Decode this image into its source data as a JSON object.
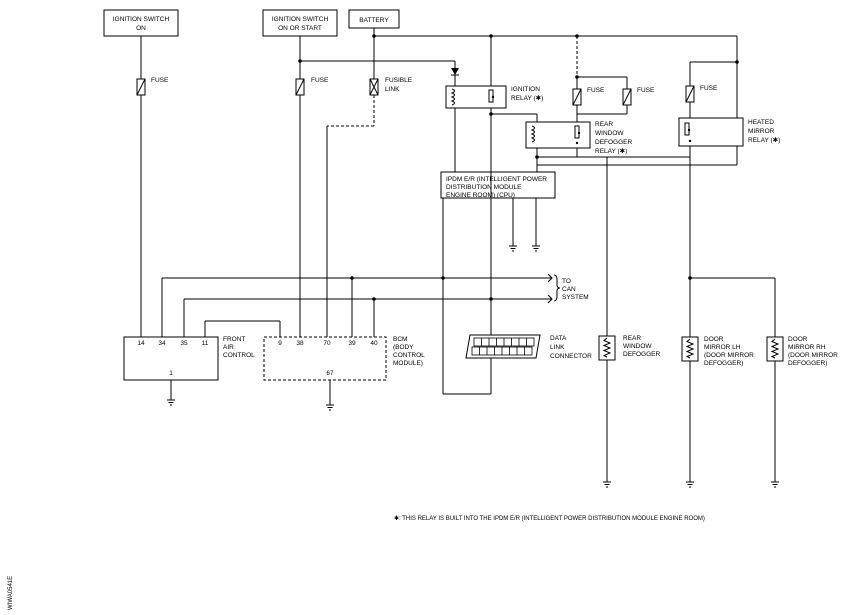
{
  "sources": {
    "ign_on": [
      "IGNITION SWITCH",
      "ON"
    ],
    "ign_start": [
      "IGNITION SWITCH",
      "ON OR START"
    ],
    "battery": "BATTERY"
  },
  "fuse_label": "FUSE",
  "fusible_link": [
    "FUSIBLE",
    "LINK"
  ],
  "relays": {
    "ignition": [
      "IGNITION",
      "RELAY (✱)"
    ],
    "rear_defogger": [
      "REAR",
      "WINDOW",
      "DEFOGGER",
      "RELAY (✱)"
    ],
    "heated_mirror": [
      "HEATED",
      "MIRROR",
      "RELAY (✱)"
    ]
  },
  "ipdm": [
    "IPDM E/R (INTELLIGENT POWER",
    "DISTRIBUTION MODULE",
    "ENGINE ROOM) (CPU)"
  ],
  "can_label": [
    "TO",
    "CAN",
    "SYSTEM"
  ],
  "front_air": {
    "pins": [
      "14",
      "34",
      "35",
      "11"
    ],
    "ground_pin": "1",
    "label": [
      "FRONT",
      "AIR",
      "CONTROL"
    ]
  },
  "bcm": {
    "pins": [
      "9",
      "38",
      "70",
      "39",
      "40"
    ],
    "ground_pin": "67",
    "label": [
      "BCM",
      "(BODY",
      "CONTROL",
      "MODULE)"
    ]
  },
  "dlc": [
    "DATA",
    "LINK",
    "CONNECTOR"
  ],
  "loads": {
    "rear_defogger": [
      "REAR",
      "WINDOW",
      "DEFOGGER"
    ],
    "mirror_lh": [
      "DOOR",
      "MIRROR LH",
      "(DOOR MIRROR",
      "DEFOGGER)"
    ],
    "mirror_rh": [
      "DOOR",
      "MIRROR RH",
      "(DOOR MIRROR",
      "DEFOGGER)"
    ]
  },
  "footnote": "✱: THIS RELAY IS BUILT INTO THE IPDM E/R (INTELLIGENT POWER DISTRIBUTION MODULE ENGINE ROOM)",
  "diagram_code": "WIWA0541E"
}
